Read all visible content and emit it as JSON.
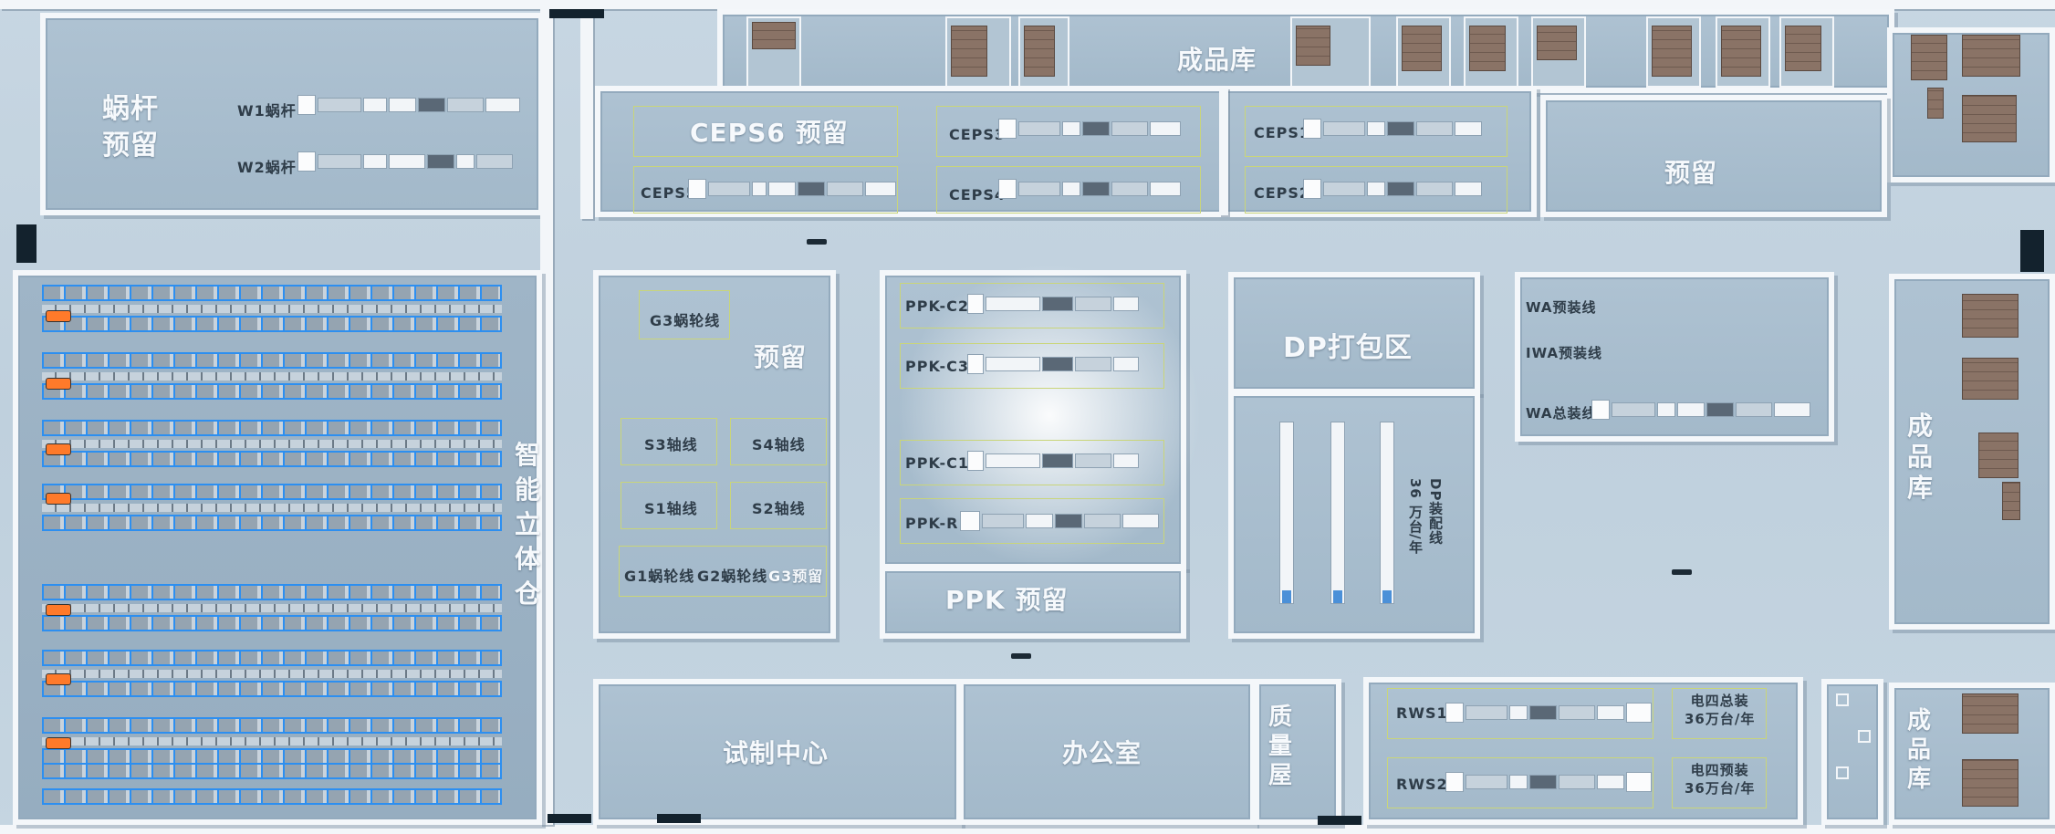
{
  "map": {
    "areas": {
      "worm_reserve": "蜗杆\n预留",
      "finished_top": "成品库",
      "reserve_ne": "预留",
      "smart_warehouse": "智\n能\n立\n体\n仓",
      "reserve_mid": "预留",
      "ppk_reserve": "PPK 预留",
      "dp_pack": "DP打包区",
      "finished_right": "成\n品\n库",
      "finished_br": "成\n品\n库",
      "trial_center": "试制中心",
      "office": "办公室",
      "quality": "质\n量\n屋"
    },
    "lines": {
      "w1": "W1蜗杆",
      "w2": "W2蜗杆",
      "ceps6": "CEPS6 预留",
      "ceps5": "CEPS5",
      "ceps3": "CEPS3",
      "ceps4": "CEPS4",
      "ceps1": "CEPS1",
      "ceps2": "CEPS2",
      "g3": "G3蜗轮线",
      "s3": "S3轴线",
      "s4": "S4轴线",
      "s1": "S1轴线",
      "s2": "S2轴线",
      "g1": "G1蜗轮线",
      "g2": "G2蜗轮线",
      "g3r": "G3预留",
      "ppk_c2": "PPK-C2",
      "ppk_c3": "PPK-C3",
      "ppk_c1": "PPK-C1",
      "ppk_r": "PPK-R",
      "dp_line": "DP装配线\n36 万台/年",
      "wa_pre1": "WA预装线",
      "wa_pre2": "IWA预装线",
      "wa_main": "WA总装线",
      "rws1": "RWS1",
      "rws2": "RWS2",
      "e4_main": "电四总装\n36万台/年",
      "e4_pre": "电四预装\n36万台/年"
    }
  }
}
